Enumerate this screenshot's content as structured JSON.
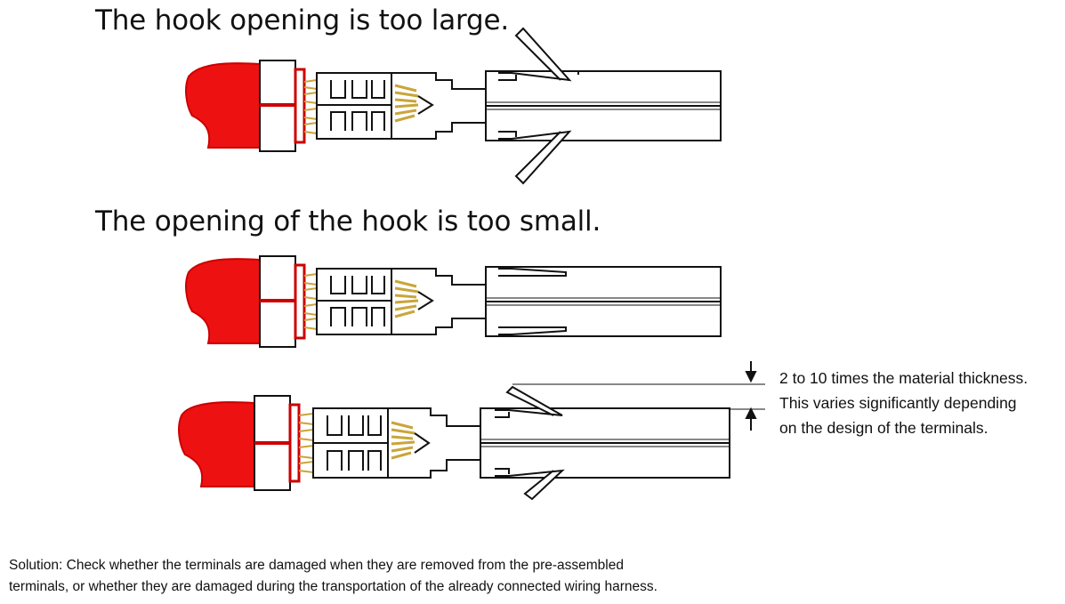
{
  "headings": {
    "too_large": "The hook opening is too large.",
    "too_small": "The opening of the hook is too small."
  },
  "note": {
    "lines": [
      "2 to 10 times the material thickness.",
      "This varies significantly depending",
      "on the design of the terminals."
    ]
  },
  "solution": {
    "lines": [
      "Solution: Check whether the terminals are damaged when they are removed from the pre-assembled",
      "terminals, or whether they are damaged during the transportation of the already connected wiring harness."
    ]
  },
  "colors": {
    "insulation": "#ee1111",
    "wire_strands": "#e8c95a",
    "outline": "#111111"
  }
}
